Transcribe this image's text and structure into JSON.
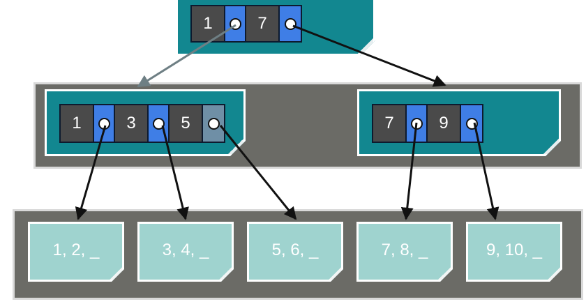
{
  "root": {
    "keys": [
      "1",
      "7"
    ]
  },
  "internal_left": {
    "keys": [
      "1",
      "3",
      "5"
    ]
  },
  "internal_right": {
    "keys": [
      "7",
      "9"
    ]
  },
  "leaves": [
    {
      "text": "1, 2, _"
    },
    {
      "text": "3, 4, _"
    },
    {
      "text": "5, 6, _"
    },
    {
      "text": "7, 8, _"
    },
    {
      "text": "9, 10, _"
    }
  ],
  "colors": {
    "node_teal": "#128790",
    "leaf_teal": "#9fd3cf",
    "key_cell": "#4a4a4a",
    "pointer_cell": "#3f7ee6",
    "empty_pointer_cell": "#6f8fa6",
    "band_gray": "#6b6b66"
  }
}
